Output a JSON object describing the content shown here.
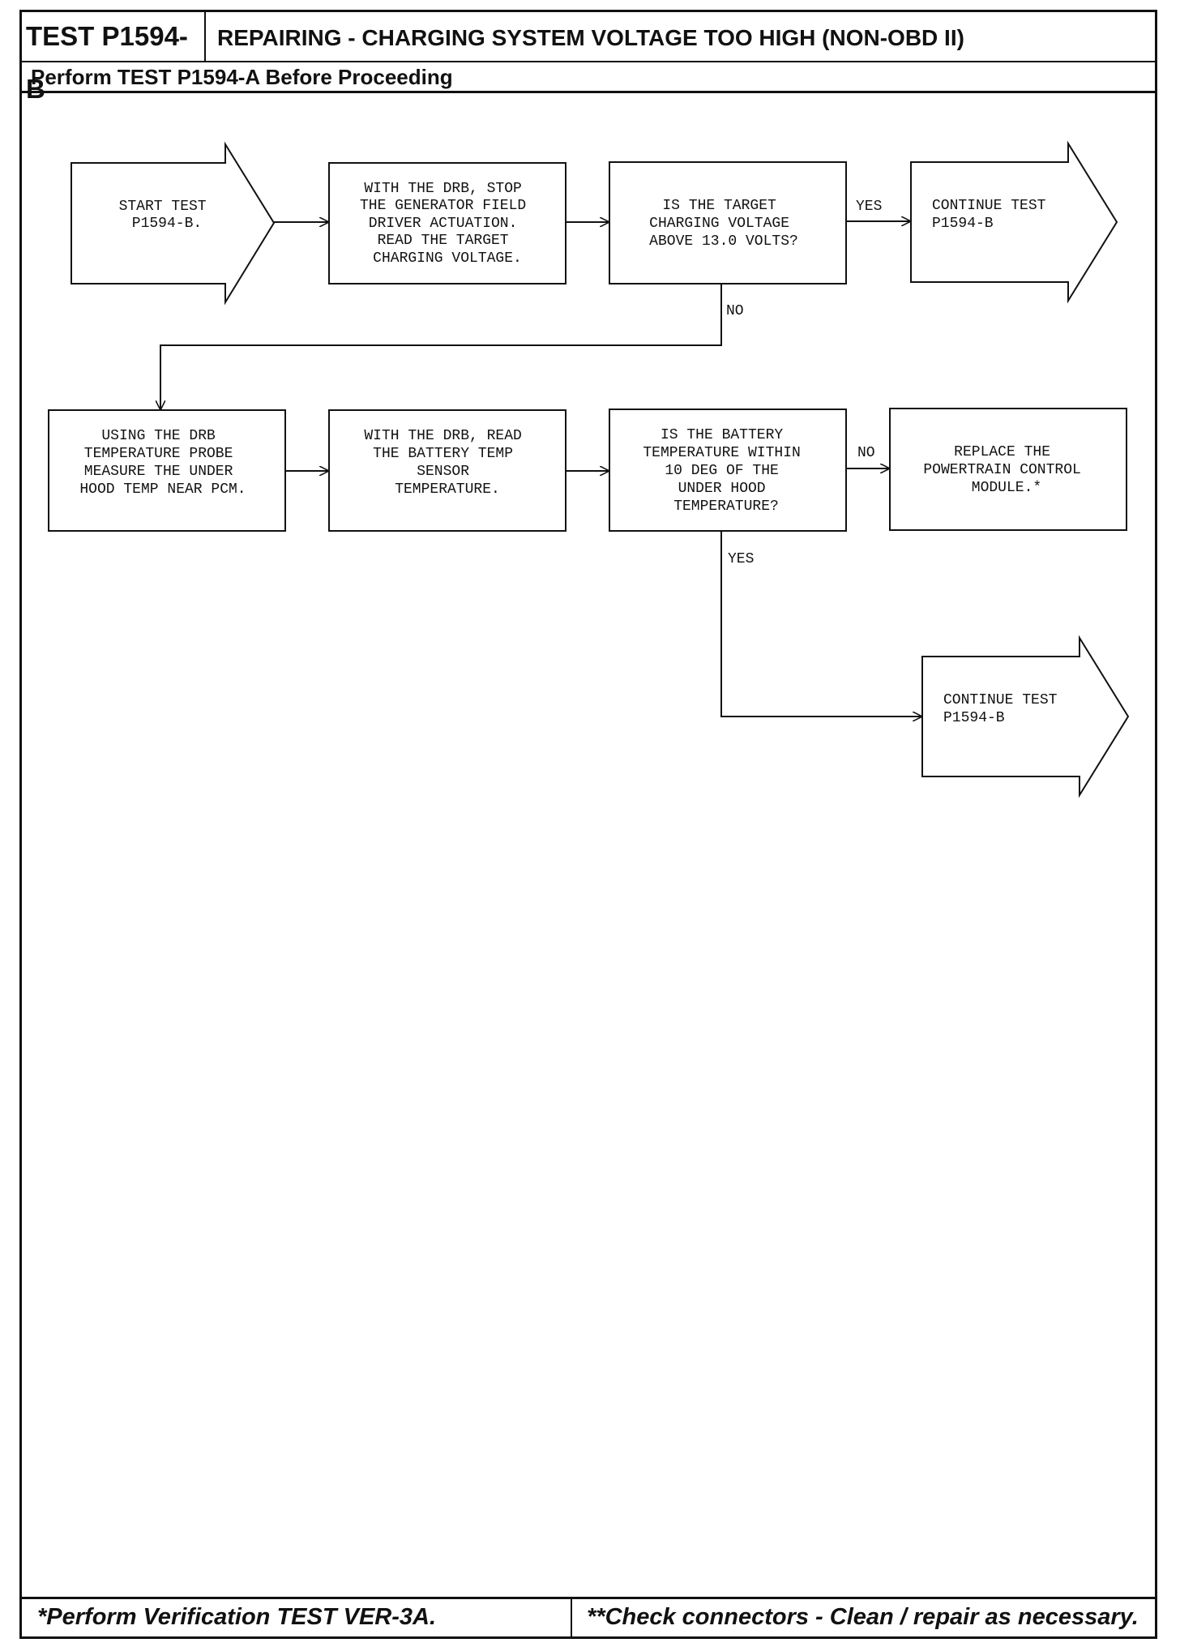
{
  "header": {
    "test_id": "TEST P1594-B",
    "title": "REPAIRING - CHARGING SYSTEM VOLTAGE TOO HIGH (NON-OBD II)",
    "subtitle": "Perform TEST P1594-A Before Proceeding"
  },
  "nodes": {
    "start": [
      "START TEST",
      "P1594-B."
    ],
    "stop_field": [
      "WITH THE DRB, STOP",
      "THE GENERATOR FIELD",
      "DRIVER ACTUATION.",
      "READ THE TARGET",
      "CHARGING VOLTAGE."
    ],
    "target_q": [
      "IS THE TARGET",
      "CHARGING VOLTAGE",
      "ABOVE 13.0 VOLTS?"
    ],
    "continue1": [
      "CONTINUE TEST",
      "P1594-B"
    ],
    "probe": [
      "USING THE DRB",
      "TEMPERATURE PROBE",
      "MEASURE THE UNDER",
      "HOOD TEMP NEAR PCM."
    ],
    "read_temp": [
      "WITH THE DRB, READ",
      "THE BATTERY TEMP",
      "SENSOR",
      "TEMPERATURE."
    ],
    "batt_q": [
      "IS THE BATTERY",
      "TEMPERATURE WITHIN",
      "10 DEG OF THE",
      "UNDER HOOD",
      "TEMPERATURE?"
    ],
    "replace": [
      "REPLACE THE",
      "POWERTRAIN CONTROL",
      "MODULE.*"
    ],
    "continue2": [
      "CONTINUE TEST",
      "P1594-B"
    ]
  },
  "edges": {
    "yes1": "YES",
    "no1": "NO",
    "no2": "NO",
    "yes2": "YES"
  },
  "footer": {
    "left": "*Perform Verification TEST VER-3A.",
    "right": "**Check connectors - Clean / repair as necessary."
  }
}
